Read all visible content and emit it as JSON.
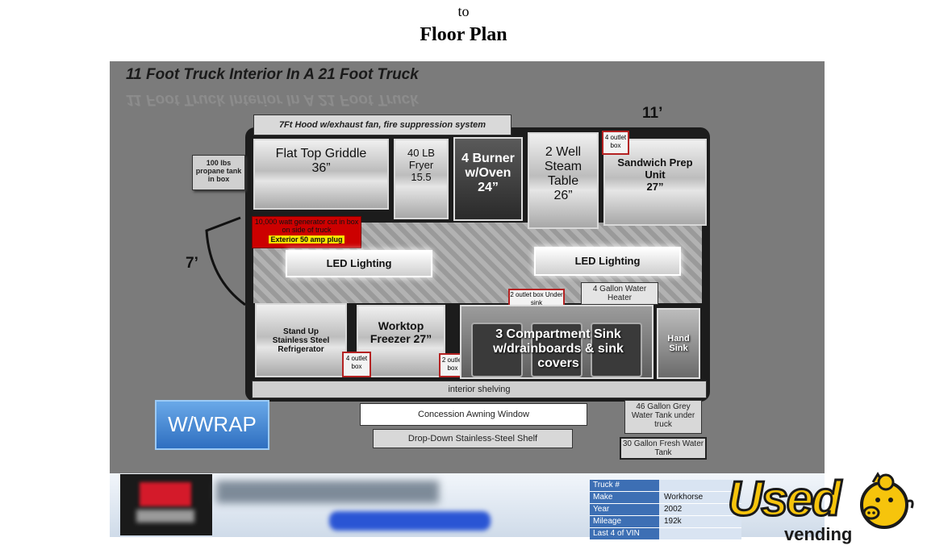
{
  "page": {
    "top_fragment": "to",
    "title": "Floor Plan"
  },
  "plan": {
    "heading": "11 Foot Truck Interior In A 21 Foot Truck",
    "dim_width": "11’",
    "dim_depth": "7’",
    "hood": "7Ft Hood w/exhaust fan, fire suppression  system",
    "propane": "100 lbs propane tank in box",
    "griddle": {
      "name": "Flat Top Griddle",
      "size": "36”"
    },
    "fryer": {
      "name": "40 LB Fryer",
      "size": "15.5"
    },
    "burner": {
      "name": "4 Burner w/Oven",
      "size": "24”"
    },
    "steam": {
      "name": "2 Well Steam Table",
      "size": "26”"
    },
    "sandwich": {
      "name": "Sandwich Prep Unit",
      "size": "27”"
    },
    "generator": "10,000 watt generator cut in box on side of truck",
    "plug": "Exterior 50 amp plug",
    "led_left": "LED Lighting",
    "led_right": "LED Lighting",
    "water_heater": "4 Gallon Water Heater",
    "outlet_4_top": "4 outlet box",
    "outlet_2_sink": "2 outlet box Under sink",
    "outlet_4_bottom": "4 outlet box",
    "outlet_2_bottom": "2 outlet box",
    "fridge": "Stand Up Stainless Steel Refrigerator",
    "freezer": "Worktop Freezer 27”",
    "sink3": "3 Compartment Sink w/drainboards & sink covers",
    "hand_sink": "Hand Sink",
    "shelving": "interior shelving",
    "awning": "Concession Awning Window",
    "shelf": "Drop-Down Stainless-Steel Shelf",
    "grey_tank": "46 Gallon Grey Water Tank under truck",
    "fresh_tank": "30 Gallon Fresh Water Tank",
    "wrap": "W/WRAP"
  },
  "info_table": {
    "rows": [
      {
        "label": "Truck #",
        "value": ""
      },
      {
        "label": "Make",
        "value": "Workhorse"
      },
      {
        "label": "Year",
        "value": "2002"
      },
      {
        "label": "Mileage",
        "value": "192k"
      },
      {
        "label": "Last 4 of VIN",
        "value": ""
      }
    ]
  },
  "logo": {
    "top": "Used",
    "bottom": "vending"
  }
}
